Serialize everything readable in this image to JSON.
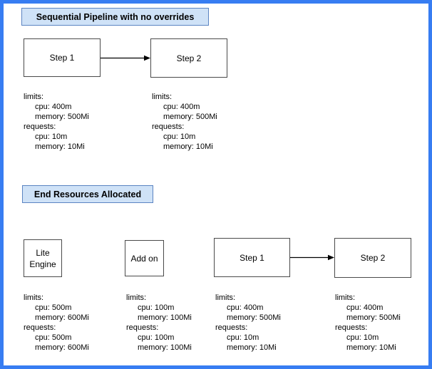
{
  "colors": {
    "frame": "#377df2",
    "title-fill": "#cfe2f7",
    "title-border": "#5b84c2",
    "node-border": "#4a4a4a",
    "arrow": "#000000"
  },
  "section1": {
    "title": "Sequential Pipeline with no overrides",
    "steps": [
      {
        "label": "Step 1"
      },
      {
        "label": "Step 2"
      }
    ],
    "resources": [
      {
        "lines": [
          "limits:",
          "cpu: 400m",
          "memory: 500Mi",
          "requests:",
          "cpu: 10m",
          "memory: 10Mi"
        ]
      },
      {
        "lines": [
          "limits:",
          "cpu: 400m",
          "memory: 500Mi",
          "requests:",
          "cpu: 10m",
          "memory: 10Mi"
        ]
      }
    ]
  },
  "section2": {
    "title": "End Resources Allocated",
    "nodes": [
      {
        "label": "Lite Engine"
      },
      {
        "label": "Add on"
      },
      {
        "label": "Step 1"
      },
      {
        "label": "Step 2"
      }
    ],
    "resources": [
      {
        "lines": [
          "limits:",
          "cpu: 500m",
          "memory: 600Mi",
          "requests:",
          "cpu: 500m",
          "memory: 600Mi"
        ]
      },
      {
        "lines": [
          "limits:",
          "cpu: 100m",
          "memory: 100Mi",
          "requests:",
          "cpu: 100m",
          "memory: 100Mi"
        ]
      },
      {
        "lines": [
          "limits:",
          "cpu: 400m",
          "memory: 500Mi",
          "requests:",
          "cpu: 10m",
          "memory: 10Mi"
        ]
      },
      {
        "lines": [
          "limits:",
          "cpu: 400m",
          "memory: 500Mi",
          "requests:",
          "cpu: 10m",
          "memory: 10Mi"
        ]
      }
    ]
  }
}
